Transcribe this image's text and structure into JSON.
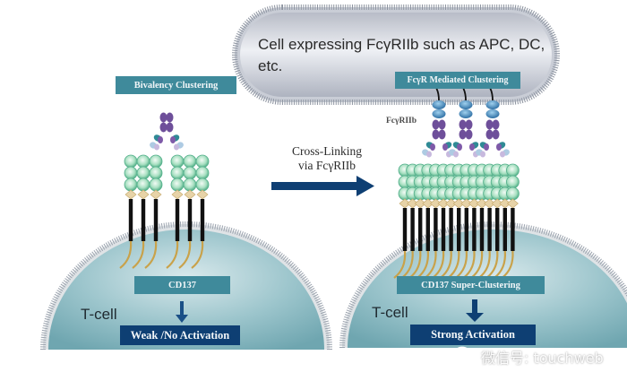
{
  "apc_cell": {
    "text_line1": "Cell expressing FcγRIIb such as APC, DC,",
    "text_line2": "etc."
  },
  "left_panel": {
    "title": "Bivalency Clustering",
    "receptor_label": "CD137",
    "cell_label": "T-cell",
    "outcome": "Weak /No Activation",
    "receptor_count": 6,
    "antibody_count": 1
  },
  "middle": {
    "arrow_label_line1": "Cross-Linking",
    "arrow_label_line2": "via FcγRIIb"
  },
  "right_panel": {
    "title": "FcγR Mediated Clustering",
    "fc_receptor_label": "FcγRIIb",
    "receptor_label": "CD137 Super-Clustering",
    "cell_label": "T-cell",
    "outcome": "Strong Activation",
    "receptor_count": 15,
    "antibody_count": 3
  },
  "watermark": {
    "icon": "wechat-icon",
    "text": "微信号: touchweb"
  },
  "colors": {
    "teal_label": "#3f8a9b",
    "navy_label": "#0e3f73",
    "cell_fill": "#8fbcc4",
    "green_domain": "#7fcfa8",
    "tan_domain": "#dcc596",
    "purple_fc": "#6e4f9a",
    "blue_fcr": "#3c7fb0"
  }
}
